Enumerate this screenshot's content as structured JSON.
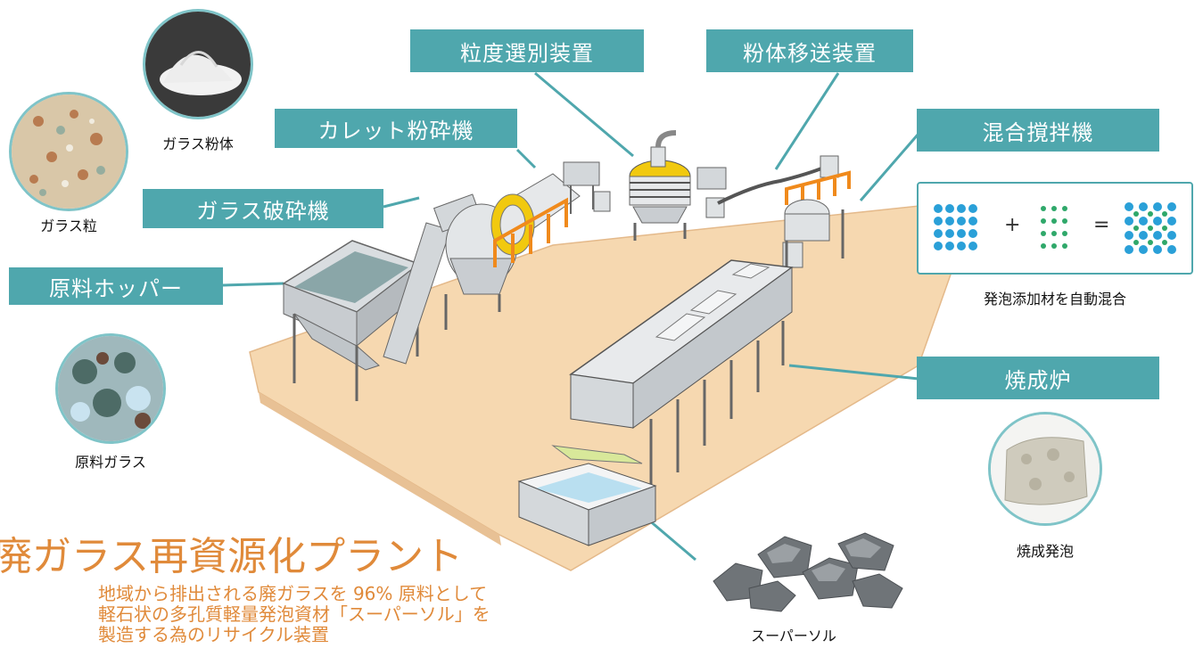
{
  "title": "廃ガラス再資源化プラント",
  "subtitle_lines": [
    "地域から排出される廃ガラスを 96% 原料として",
    "軽石状の多孔質軽量発泡資材「スーパーソル」を",
    "製造する為のリサイクル装置"
  ],
  "labels": {
    "hopper": "原料ホッパー",
    "crusher": "ガラス破砕機",
    "cullet_mill": "カレット粉砕機",
    "sieve": "粒度選別装置",
    "powder_transfer": "粉体移送装置",
    "mixer": "混合撹拌機",
    "furnace": "焼成炉"
  },
  "captions": {
    "glass_powder": "ガラス粉体",
    "glass_grain": "ガラス粒",
    "raw_glass": "原料ガラス",
    "mixing": "発泡添加材を自動混合",
    "fired_foam": "焼成発泡",
    "supersol": "スーパーソル"
  },
  "mix_equation": {
    "plus": "+",
    "equals": "="
  },
  "colors": {
    "label_bg": "#4fa7ad",
    "title": "#e08a3a",
    "floor": "#f6d8b0",
    "dot_blue": "#2aa0d8",
    "dot_green": "#2fa86a"
  }
}
